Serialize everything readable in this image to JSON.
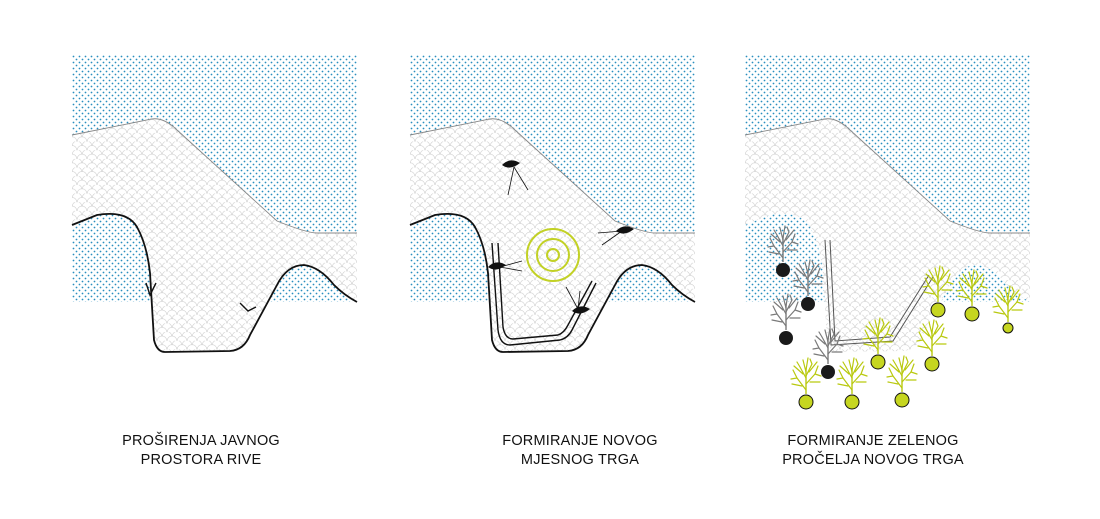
{
  "panels": [
    {
      "caption_line1": "PROŠIRENJA JAVNOG",
      "caption_line2": "PROSTORA RIVE"
    },
    {
      "caption_line1": "FORMIRANJE NOVOG",
      "caption_line2": "MJESNOG TRGA"
    },
    {
      "caption_line1": "FORMIRANJE ZELENOG",
      "caption_line2": "PROČELJA NOVOG TRGA"
    }
  ],
  "colors": {
    "water_dots": "#2a8fbf",
    "plaza_mesh": "#c8c8c8",
    "outline": "#111111",
    "accent_green": "#c2d125",
    "new_tree": "#c6d620",
    "existing_tree": "#7a7a7a",
    "tree_base_dark": "#1a1a1a"
  },
  "icons": [
    "arrow-icon",
    "eye-icon",
    "target-rings-icon",
    "tree-icon"
  ]
}
